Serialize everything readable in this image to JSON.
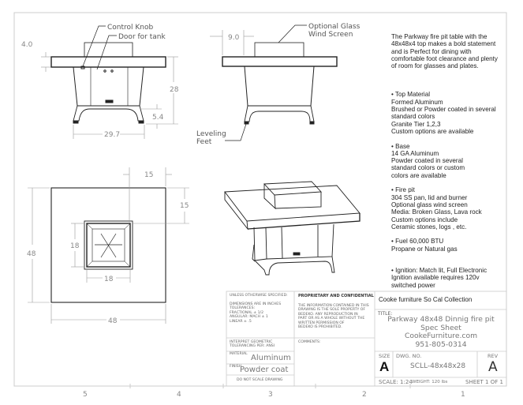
{
  "front_view": {
    "callout_knob": "Control Knob",
    "callout_door": "Door for tank",
    "dim_top_thickness": "4.0",
    "dim_height": "28",
    "dim_clearance": "5.4",
    "dim_base_width": "29.7"
  },
  "side_view": {
    "callout_screen_line1": "Optional Glass",
    "callout_screen_line2": "Wind Screen",
    "dim_offset": "9.0",
    "callout_feet_line1": "Leveling",
    "callout_feet_line2": "Feet"
  },
  "top_view": {
    "dim_offset_x": "15",
    "dim_offset_y": "15",
    "dim_depth": "48",
    "dim_width": "48",
    "dim_pit_depth": "18",
    "dim_pit_width": "18"
  },
  "description": {
    "intro": "The Parkway fire pit table with the\n48x48x4 top makes a bold statement\nand is Perfect for dining with\ncomfortable foot clearance and plenty\nof room for glasses and plates.",
    "top_material": "• Top Material\nFormed Aluminum\nBrushed or Powder coated in several\nstandard colors\nGranite Tier 1,2,3\nCustom options are available",
    "base": "• Base\n14 GA Aluminum\nPowder coated in several\nstandard colors or custom\ncolors are available",
    "fire_pit": "• Fire pit\n304 SS pan, lid and burner\nOptional glass wind screen\nMedia: Broken Glass, Lava rock\nCustom options include\nCeramic stones, logs , etc.",
    "fuel": "• Fuel 60,000 BTU\nPropane or Natural gas",
    "ignition": "•  Ignition: Match lit, Full Electronic\nIgnition available requires 120v\nswitched power"
  },
  "title_block": {
    "unless_specified": "UNLESS OTHERWISE SPECIFIED:",
    "tolerances": "DIMENSIONS ARE IN INCHES\nTOLERANCES:\nFRACTIONAL ± 1/2\nANGULAR: MACH ± 1\nLINEAR   ± .5",
    "interpret": "INTERPRET GEOMETRIC\nTOLERANCING PER: ANSI",
    "material_label": "MATERIAL",
    "material": "Aluminum",
    "finish_label": "FINISH",
    "finish": "Powder coat",
    "do_not_scale": "DO NOT SCALE DRAWING",
    "proprietary_title": "PROPRIETARY AND CONFIDENTIAL",
    "proprietary_text": "THE INFORMATION CONTAINED IN THIS\nDRAWING IS THE SOLE PROPERTY OF\nBEDEKO.  ANY REPRODUCTION IN\nPART OR AS A WHOLE WITHOUT THE\nWRITTEN PERMISSION OF\nBEDEKO IS PROHIBITED.",
    "comments": "COMMENTS:",
    "company": "Cooke furniture So Cal Collection",
    "title_label": "TITLE:",
    "title_line1": "Parkway 48x48 Dinnig fire pit",
    "title_line2": "Spec Sheet",
    "title_line3": "CookeFurniture.com",
    "title_line4": "951-805-0314",
    "size_label": "SIZE",
    "size": "A",
    "dwg_label": "DWG.  NO.",
    "dwg_no": "SCLL-48x48x28",
    "rev_label": "REV",
    "rev": "A",
    "scale": "SCALE: 1:24",
    "weight": "WEIGHT: 120 lbs",
    "sheet": "SHEET 1 OF 1"
  },
  "zones": [
    "5",
    "4",
    "3",
    "2",
    "1"
  ]
}
